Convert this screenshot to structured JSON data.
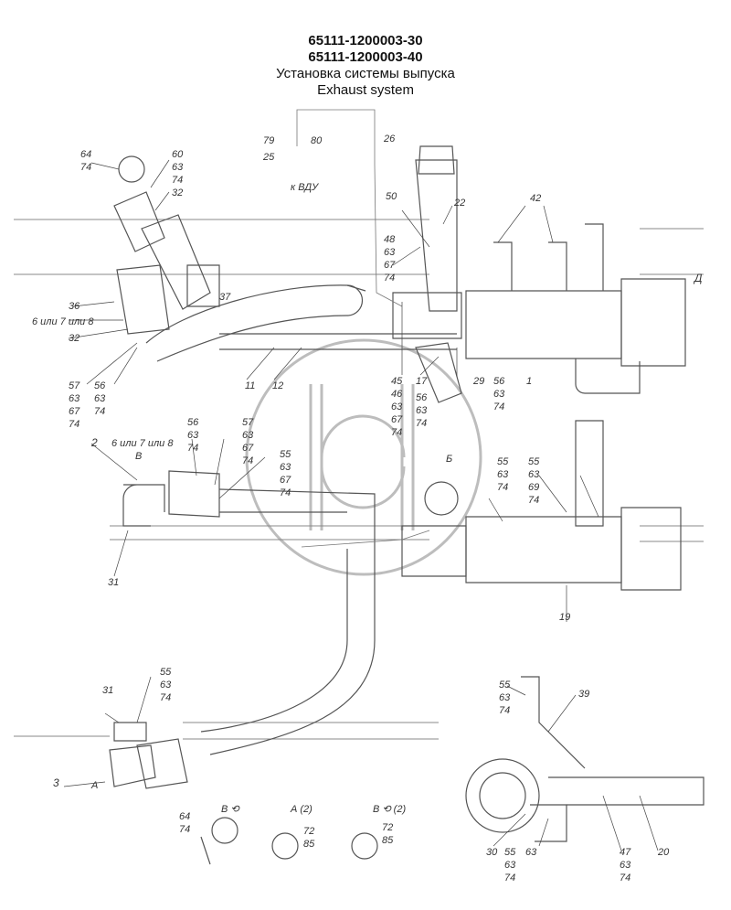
{
  "header": {
    "code1": "65111-1200003-30",
    "code2": "65111-1200003-40",
    "title_ru": "Установка системы выпуска",
    "title_en": "Exhaust system"
  },
  "callouts": {
    "c64a": "64",
    "c74a": "74",
    "c60": "60",
    "c63a": "63",
    "c74b": "74",
    "c32a": "32",
    "c79": "79",
    "c80": "80",
    "c25": "25",
    "tovdu": "к ВДУ",
    "c26": "26",
    "c50": "50",
    "c22": "22",
    "c48": "48",
    "c63b": "63",
    "c67a": "67",
    "c74c": "74",
    "c42": "42",
    "dim": "Д",
    "c36": "36",
    "c37": "37",
    "var1": "6 или 7 или 8",
    "c32b": "32",
    "c57a": "57",
    "c63c": "63",
    "c67b": "67",
    "c74d": "74",
    "c56a": "56",
    "c63d": "63",
    "c74e": "74",
    "c11": "11",
    "c12": "12",
    "c45": "45",
    "c46": "46",
    "c63e": "63",
    "c67c": "67",
    "c74f": "74",
    "c17": "17",
    "c56b": "56",
    "c63f": "63",
    "c74g": "74",
    "c29": "29",
    "c56c": "56",
    "c63g": "63",
    "c74h": "74",
    "c1": "1",
    "c2": "2",
    "viewB": "В",
    "var2": "6 или 7 или 8",
    "c56d": "56",
    "c63h": "63",
    "c74i": "74",
    "c57b": "57",
    "c63i": "63",
    "c67d": "67",
    "c74j": "74",
    "c55a": "55",
    "c63j": "63",
    "c67e": "67",
    "c74k": "74",
    "viewBB": "Б",
    "c55b": "55",
    "c63k": "63",
    "c74l": "74",
    "c55c": "55",
    "c63l": "63",
    "c69": "69",
    "c74m": "74",
    "c31a": "31",
    "c19": "19",
    "c31b": "31",
    "c55d": "55",
    "c63m": "63",
    "c74n": "74",
    "c3": "3",
    "viewA": "А",
    "c55e": "55",
    "c63n": "63",
    "c74o": "74",
    "c39": "39",
    "c30": "30",
    "c55f": "55",
    "c63o": "63",
    "c74p": "74",
    "c63p": "63",
    "c47": "47",
    "c63q": "63",
    "c74q": "74",
    "c20": "20",
    "det1_title": "В ⟲",
    "det1_64": "64",
    "det1_74": "74",
    "det2_title": "А (2)",
    "det2_72": "72",
    "det2_85": "85",
    "det3_title": "В ⟲ (2)",
    "det3_72": "72",
    "det3_85": "85"
  }
}
